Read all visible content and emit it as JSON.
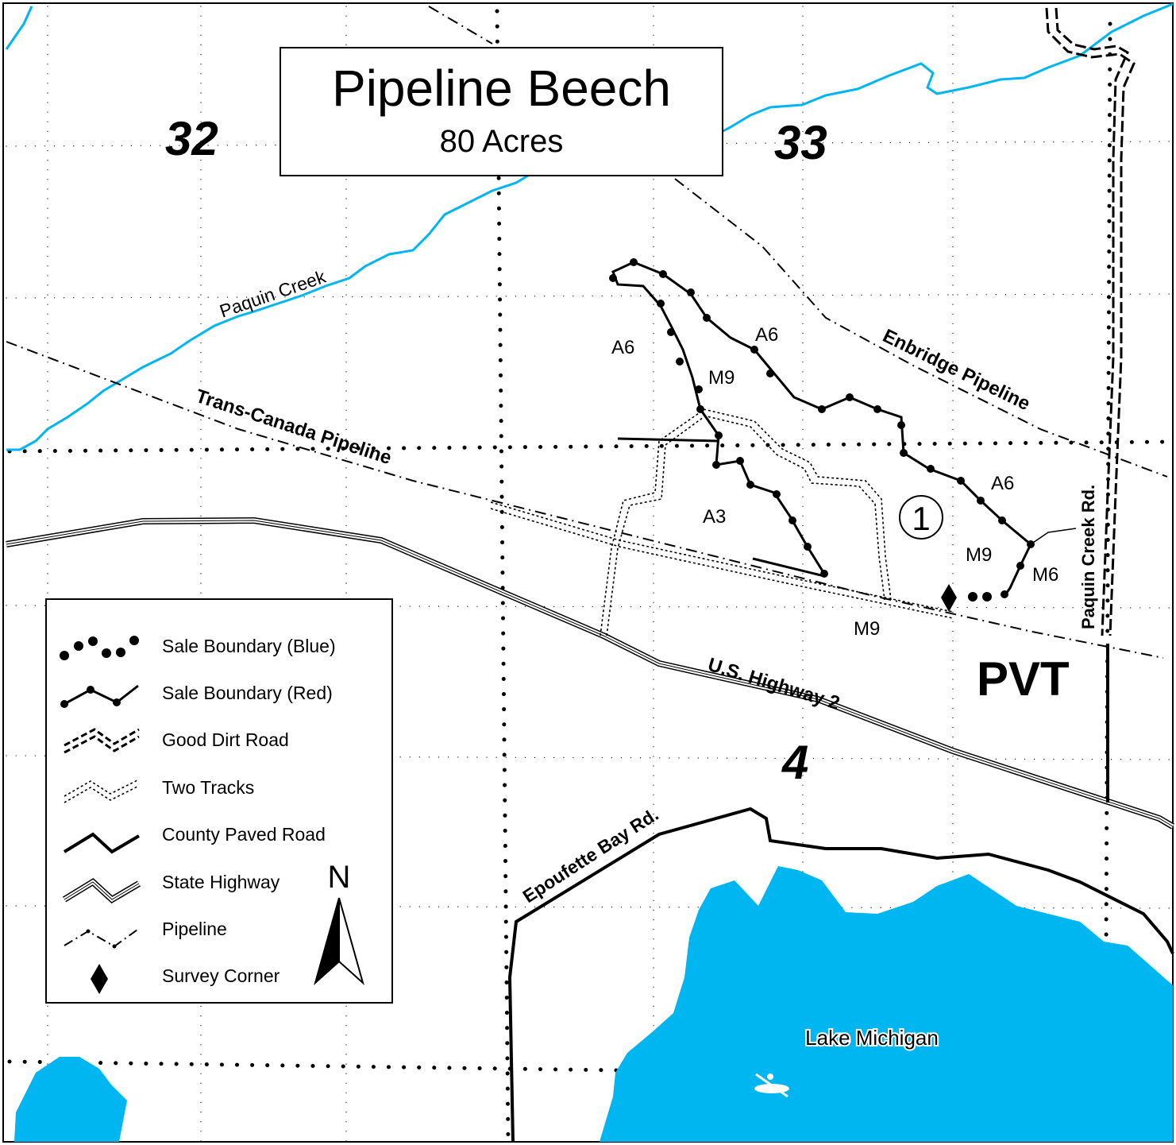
{
  "title": {
    "name": "Pipeline Beech",
    "acreage": "80 Acres"
  },
  "sections": [
    "32",
    "33",
    "4"
  ],
  "ownership_label": "PVT",
  "stand_number": "1",
  "stand_labels": [
    "A6",
    "A6",
    "A6",
    "M9",
    "M9",
    "M9",
    "A3",
    "M6"
  ],
  "water": {
    "creek_name": "Paquin Creek",
    "lake_name": "Lake Michigan"
  },
  "roads": {
    "highway": "U.S. Highway 2",
    "epoufette": "Epoufette Bay Rd.",
    "paquin_road": "Paquin Creek Rd."
  },
  "pipelines": {
    "trans_canada": "Trans-Canada Pipeline",
    "enbridge": "Enbridge Pipeline"
  },
  "legend": {
    "items": [
      {
        "label": "Sale  Boundary (Blue)",
        "symbol": "sale-boundary-blue"
      },
      {
        "label": "Sale  Boundary (Red)",
        "symbol": "sale-boundary-red"
      },
      {
        "label": "Good Dirt Road",
        "symbol": "good-dirt-road"
      },
      {
        "label": "Two Tracks",
        "symbol": "two-tracks"
      },
      {
        "label": "County Paved Road",
        "symbol": "county-paved-road"
      },
      {
        "label": "State Highway",
        "symbol": "state-highway"
      },
      {
        "label": "Pipeline",
        "symbol": "pipeline"
      },
      {
        "label": "Survey Corner",
        "symbol": "survey-corner"
      }
    ]
  },
  "north_arrow_label": "N",
  "colors": {
    "water": "#00b6f0",
    "ink": "#000000",
    "background": "#ffffff"
  },
  "icons": [
    "kayak-icon",
    "north-arrow-icon",
    "survey-corner-icon"
  ]
}
